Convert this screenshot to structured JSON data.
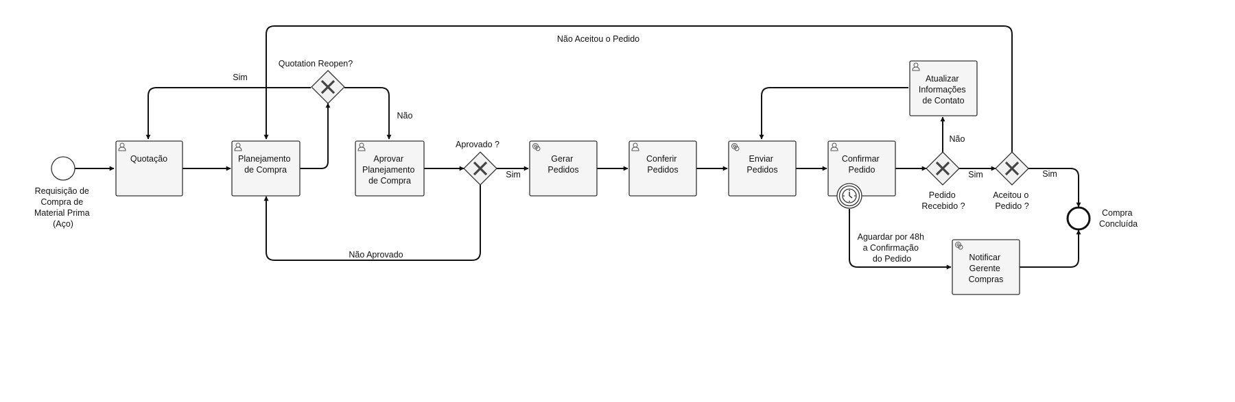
{
  "diagram": {
    "start_event": [
      "Requisição de",
      "Compra de",
      "Material Prima",
      "(Aço)"
    ],
    "end_event": [
      "Compra",
      "Concluída"
    ],
    "tasks": {
      "quotacao": [
        "Quotação"
      ],
      "planejamento": [
        "Planejamento",
        "de Compra"
      ],
      "aprovar": [
        "Aprovar",
        "Planejamento",
        "de Compra"
      ],
      "gerar": [
        "Gerar",
        "Pedidos"
      ],
      "conferir": [
        "Conferir",
        "Pedidos"
      ],
      "enviar": [
        "Enviar",
        "Pedidos"
      ],
      "confirmar": [
        "Confirmar",
        "Pedido"
      ],
      "atualizar": [
        "Atualizar",
        "Informações",
        "de Contato"
      ],
      "notificar": [
        "Notificar",
        "Gerente",
        "Compras"
      ]
    },
    "gateways": {
      "reopen": [
        "Quotation Reopen?"
      ],
      "aprovado": [
        "Aprovado ?"
      ],
      "recebido": [
        "Pedido",
        "Recebido ?"
      ],
      "aceitou": [
        "Aceitou o",
        "Pedido ?"
      ]
    },
    "timer_event": [
      "Aguardar por 48h",
      "a Confirmação",
      "do Pedido"
    ],
    "flow_labels": {
      "nao_aceitou": "Não Aceitou o Pedido",
      "sim_reopen": "Sim",
      "nao_reopen": "Não",
      "sim_aprovado": "Sim",
      "nao_aprovado": "Não Aprovado",
      "nao_recebido": "Não",
      "sim_recebido": "Sim",
      "sim_aceitou": "Sim"
    }
  }
}
